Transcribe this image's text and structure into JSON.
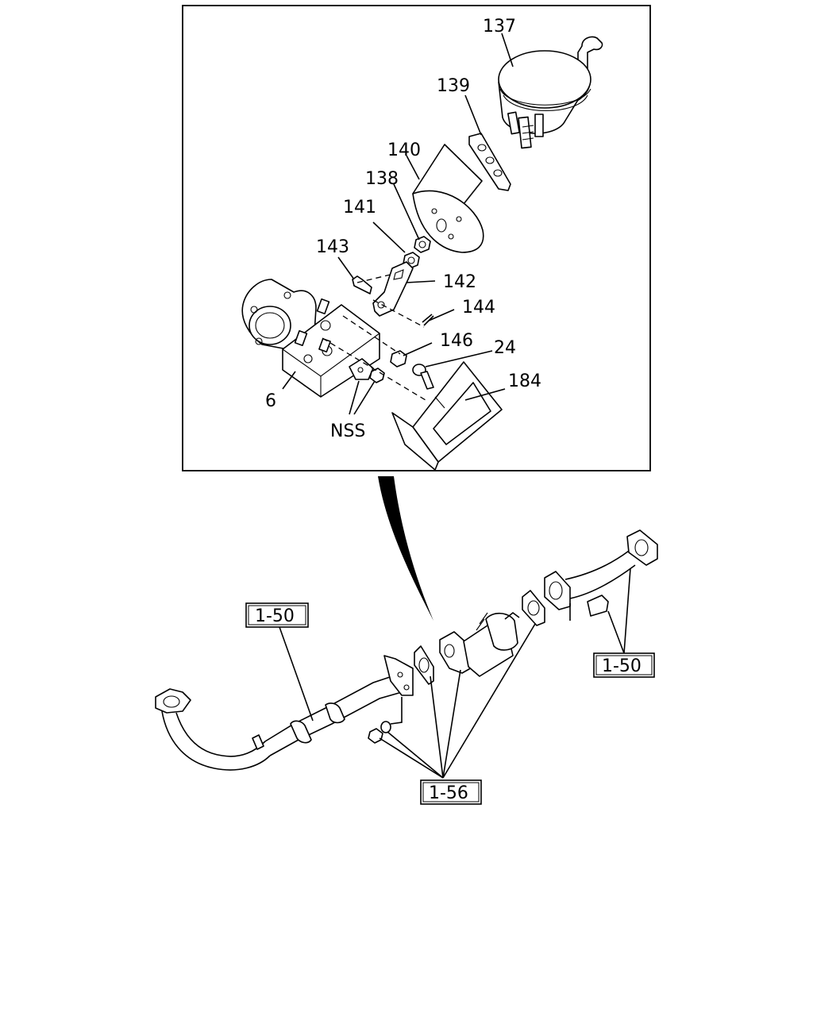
{
  "detail_labels": {
    "p137": "137",
    "p139": "139",
    "p140": "140",
    "p138": "138",
    "p141": "141",
    "p143": "143",
    "p142": "142",
    "p144": "144",
    "p146": "146",
    "p24": "24",
    "p184": "184",
    "p6": "6",
    "nss": "NSS"
  },
  "refs": {
    "ref_left": "1-50",
    "ref_right": "1-50",
    "ref_bottom": "1-56"
  }
}
